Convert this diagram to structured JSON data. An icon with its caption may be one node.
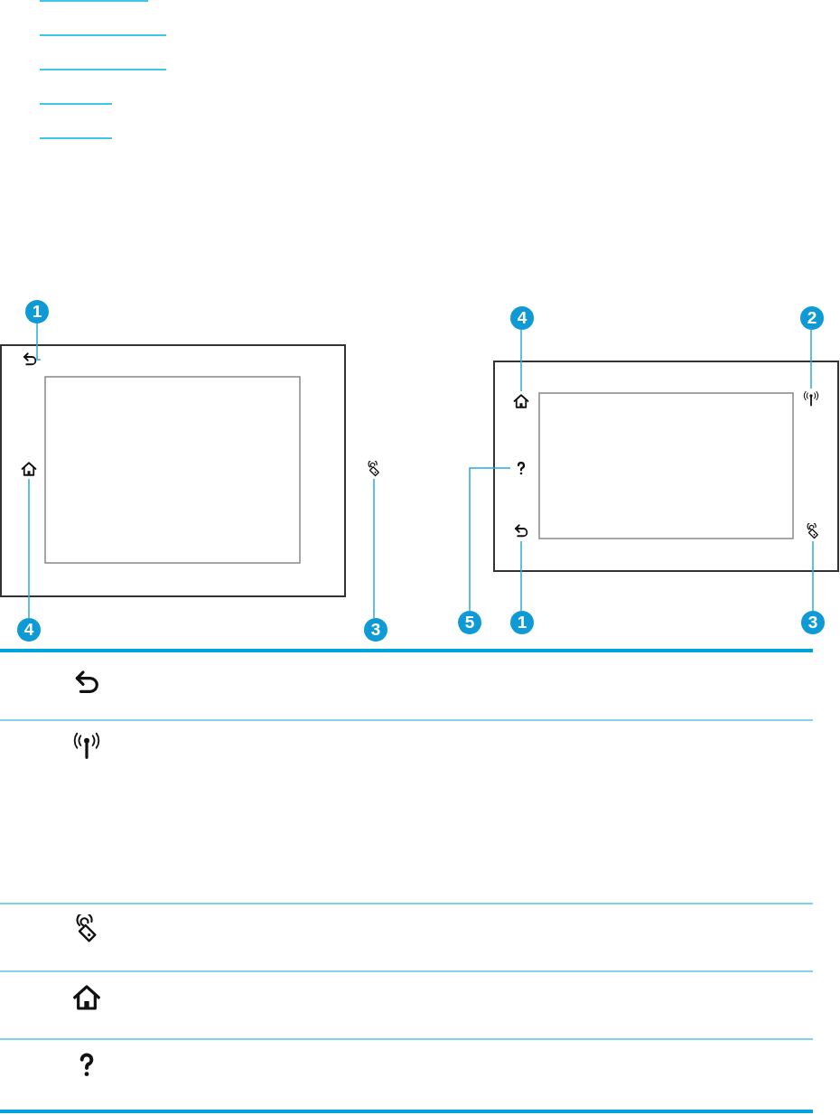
{
  "diagram": {
    "nodes": [
      {
        "text": [
          "1"
        ]
      },
      {
        "text": [],
        "shape": "icon"
      },
      {
        "text": [],
        "shape": "icon"
      },
      {
        "text": [
          "4"
        ]
      },
      {
        "text": [],
        "shape": "icon"
      },
      {
        "text": [
          "3"
        ]
      },
      {
        "text": [
          "4"
        ]
      },
      {
        "text": [
          "2"
        ]
      },
      {
        "text": [],
        "shape": "icon"
      },
      {
        "text": [],
        "shape": "icon"
      },
      {
        "text": [],
        "shape": "icon"
      },
      {
        "text": [],
        "shape": "icon"
      },
      {
        "text": [],
        "shape": "icon"
      },
      {
        "text": [
          "5"
        ]
      },
      {
        "text": [
          "1"
        ]
      },
      {
        "text": [
          "3"
        ]
      }
    ],
    "edges": [
      {
        "from": 0,
        "to": 1,
        "arrow": "none"
      },
      {
        "from": 3,
        "to": 2,
        "arrow": "none"
      },
      {
        "from": 5,
        "to": 4,
        "arrow": "none"
      },
      {
        "from": 6,
        "to": 8,
        "arrow": "none"
      },
      {
        "from": 7,
        "to": 9,
        "arrow": "none"
      },
      {
        "from": 13,
        "to": 10,
        "arrow": "none"
      },
      {
        "from": 14,
        "to": 11,
        "arrow": "none"
      },
      {
        "from": 15,
        "to": 12,
        "arrow": "none"
      }
    ]
  }
}
